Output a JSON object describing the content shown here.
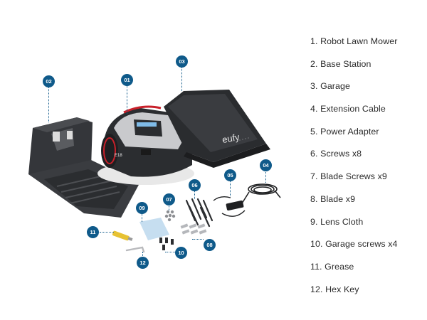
{
  "callouts": {
    "c01": "01",
    "c02": "02",
    "c03": "03",
    "c04": "04",
    "c05": "05",
    "c06": "06",
    "c07": "07",
    "c08": "08",
    "c09": "09",
    "c10": "10",
    "c11": "11",
    "c12": "12"
  },
  "product": {
    "brand_mark": "eufy",
    "mower_badge": "E18"
  },
  "legend": [
    "1. Robot Lawn Mower",
    "2. Base Station",
    "3. Garage",
    "4. Extension Cable",
    "5. Power Adapter",
    "6. Screws x8",
    "7. Blade Screws x9",
    "8. Blade x9",
    "9. Lens Cloth",
    "10. Garage screws x4",
    "11. Grease",
    "12. Hex Key"
  ],
  "colors": {
    "callout": "#0f5a8a",
    "mower_accent": "#c8202a",
    "body_dark": "#2b2d30"
  }
}
